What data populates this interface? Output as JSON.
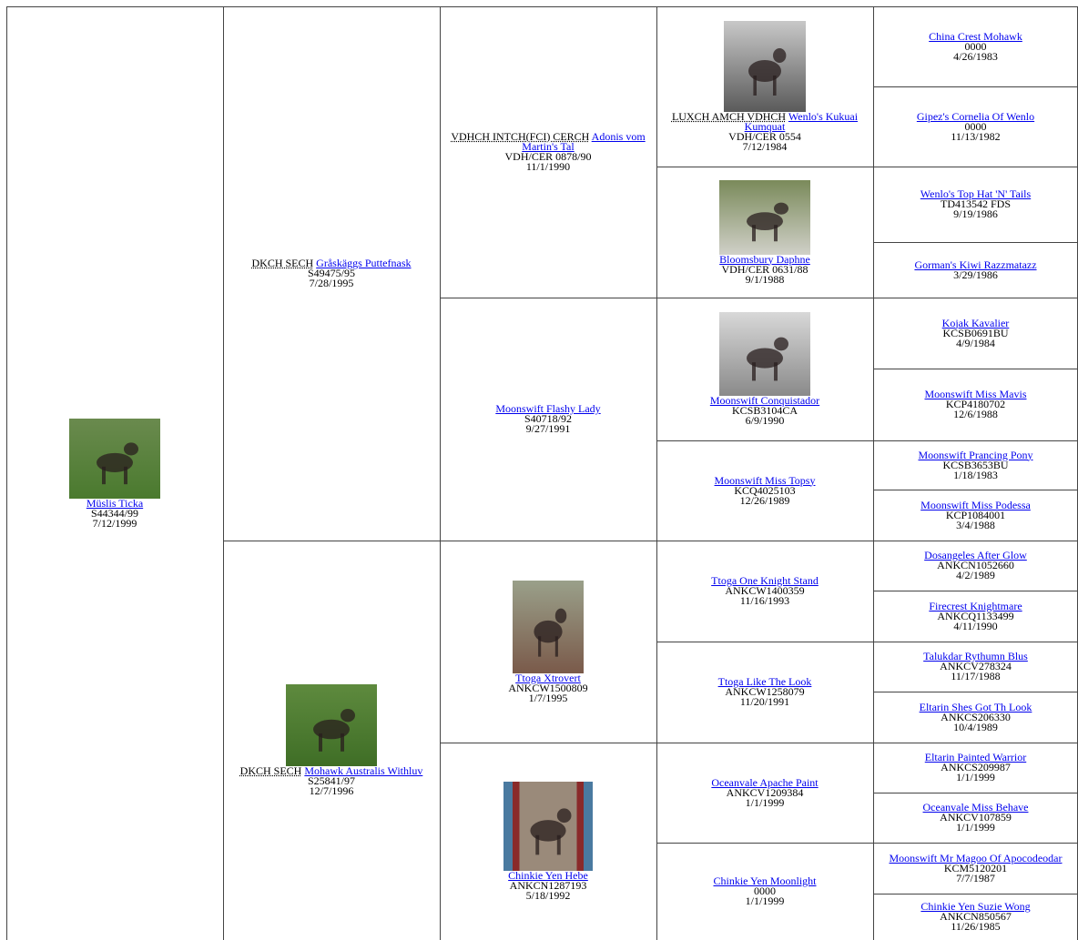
{
  "pedigree": {
    "subject": {
      "name": "Müslis Ticka",
      "reg": "S44344/99",
      "dob": "7/12/1999",
      "photo": "dog-photo-icon"
    },
    "sire": {
      "titles": "DKCH SECH",
      "name": "Gråskäggs Puttefnask",
      "reg": "S49475/95",
      "dob": "7/28/1995"
    },
    "dam": {
      "titles": "DKCH SECH",
      "name": "Mohawk Australis Withluv",
      "reg": "S25841/97",
      "dob": "12/7/1996",
      "photo": "dog-photo-icon"
    },
    "gen3": [
      {
        "titles": "VDHCH INTCH(FCI) CERCH",
        "name": "Adonis vom Martin's Tal",
        "reg": "VDH/CER 0878/90",
        "dob": "11/1/1990"
      },
      {
        "titles": "",
        "name": "Moonswift Flashy Lady",
        "reg": "S40718/92",
        "dob": "9/27/1991"
      },
      {
        "titles": "",
        "name": "Ttoga Xtrovert",
        "reg": "ANKCW1500809",
        "dob": "1/7/1995",
        "photo": "dog-photo-icon"
      },
      {
        "titles": "",
        "name": "Chinkie Yen Hebe",
        "reg": "ANKCN1287193",
        "dob": "5/18/1992",
        "photo": "dog-photo-icon"
      }
    ],
    "gen4": [
      {
        "titles": "LUXCH AMCH VDHCH",
        "name": "Wenlo's Kukuai Kumquat",
        "reg": "VDH/CER 0554",
        "dob": "7/12/1984",
        "photo": "dog-photo-icon"
      },
      {
        "titles": "",
        "name": "Bloomsbury Daphne",
        "reg": "VDH/CER 0631/88",
        "dob": "9/1/1988",
        "photo": "dog-photo-icon"
      },
      {
        "titles": "",
        "name": "Moonswift Conquistador",
        "reg": "KCSB3104CA",
        "dob": "6/9/1990",
        "photo": "dog-photo-icon"
      },
      {
        "titles": "",
        "name": "Moonswift Miss Topsy",
        "reg": "KCQ4025103",
        "dob": "12/26/1989"
      },
      {
        "titles": "",
        "name": "Ttoga One Knight Stand",
        "reg": "ANKCW1400359",
        "dob": "11/16/1993"
      },
      {
        "titles": "",
        "name": "Ttoga Like The Look",
        "reg": "ANKCW1258079",
        "dob": "11/20/1991"
      },
      {
        "titles": "",
        "name": "Oceanvale Apache Paint",
        "reg": "ANKCV1209384",
        "dob": "1/1/1999"
      },
      {
        "titles": "",
        "name": "Chinkie Yen Moonlight",
        "reg": "0000",
        "dob": "1/1/1999"
      }
    ],
    "gen5": [
      {
        "name": "China Crest Mohawk",
        "reg": "0000",
        "dob": "4/26/1983"
      },
      {
        "name": "Gipez's Cornelia Of Wenlo",
        "reg": "0000",
        "dob": "11/13/1982"
      },
      {
        "name": "Wenlo's Top Hat 'N' Tails",
        "reg": "TD413542 FDS",
        "dob": "9/19/1986"
      },
      {
        "name": "Gorman's Kiwi Razzmatazz",
        "reg": "",
        "dob": "3/29/1986"
      },
      {
        "name": "Kojak Kavalier",
        "reg": "KCSB0691BU",
        "dob": "4/9/1984"
      },
      {
        "name": "Moonswift Miss Mavis",
        "reg": "KCP4180702",
        "dob": "12/6/1988"
      },
      {
        "name": "Moonswift Prancing Pony",
        "reg": "KCSB3653BU",
        "dob": "1/18/1983"
      },
      {
        "name": "Moonswift Miss Podessa",
        "reg": "KCP1084001",
        "dob": "3/4/1988"
      },
      {
        "name": "Dosangeles After Glow",
        "reg": "ANKCN1052660",
        "dob": "4/2/1989"
      },
      {
        "name": "Firecrest Knightmare",
        "reg": "ANKCQ1133499",
        "dob": "4/11/1990"
      },
      {
        "name": "Talukdar Rythumn Blus",
        "reg": "ANKCV278324",
        "dob": "11/17/1988"
      },
      {
        "name": "Eltarin Shes Got Th Look",
        "reg": "ANKCS206330",
        "dob": "10/4/1989"
      },
      {
        "name": "Eltarin Painted Warrior",
        "reg": "ANKCS209987",
        "dob": "1/1/1999"
      },
      {
        "name": "Oceanvale Miss Behave",
        "reg": "ANKCV107859",
        "dob": "1/1/1999"
      },
      {
        "name": "Moonswift Mr Magoo Of Apocodeodar",
        "reg": "KCM5120201",
        "dob": "7/7/1987"
      },
      {
        "name": "Chinkie Yen Suzie Wong",
        "reg": "ANKCN850567",
        "dob": "11/26/1985"
      }
    ]
  },
  "colors": {
    "link": "#0000ee",
    "grid": "#444444",
    "background": "#ffffff"
  }
}
